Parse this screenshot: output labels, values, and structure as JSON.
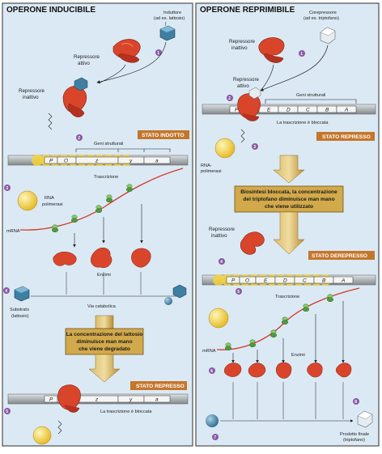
{
  "left": {
    "title": "OPERONE INDUCIBILE",
    "inducer": "Induttore",
    "inducer_example": "(ad es. lattosio)",
    "active_repressor_1": "Repressore",
    "active_repressor_2": "attivo",
    "inactive_repressor_1": "Repressore",
    "inactive_repressor_2": "inattivo",
    "state_induced": "STATO INDOTTO",
    "structural_genes": "Geni strutturali",
    "genes": [
      "P",
      "O",
      "z",
      "y",
      "a"
    ],
    "transcription": "Trascrizione",
    "rna_polymerase_1": "RNA",
    "rna_polymerase_2": "polimerasi",
    "mrna": "mRNA",
    "enzymes": "Enzimi",
    "substrate_1": "Substrato",
    "substrate_2": "(lattosio)",
    "pathway": "Via catabolica",
    "callout": [
      "La concentrazione del lattosio",
      "diminuisce man mano",
      "che viene degradato"
    ],
    "state_repressed": "STATO REPRESSO",
    "blocked": "La trascrizione è bloccata"
  },
  "right": {
    "title": "OPERONE REPRIMIBILE",
    "corepressor": "Corepressore",
    "corepressor_example": "(ad es. triptofano)",
    "inactive_repressor_1": "Repressore",
    "inactive_repressor_2": "inattivo",
    "active_repressor_1": "Repressore",
    "active_repressor_2": "attivo",
    "structural_genes": "Geni strutturali",
    "genes": [
      "P",
      "O",
      "E",
      "D",
      "C",
      "B",
      "A"
    ],
    "blocked": "La trascrizione è bloccata",
    "state_repressed": "STATO REPRESSO",
    "rna_polymerase_1": "RNA-",
    "rna_polymerase_2": "polimerasi",
    "callout": [
      "Biosintesi bloccata, la concentrazione",
      "del triptofano diminuisce man mano",
      "che viene utilizzato"
    ],
    "inactive_repressor_b_1": "Repressore",
    "inactive_repressor_b_2": "inattivo",
    "state_derepressed": "STATO DEREPRESSO",
    "transcription": "Trascrizione",
    "mrna": "mRNA",
    "enzymes": "Enzimi",
    "final_product_1": "Prodotto finale",
    "final_product_2": "(triptofano)"
  },
  "step_numbers": [
    "1",
    "2",
    "3",
    "4",
    "5",
    "6",
    "7",
    "8"
  ],
  "colors": {
    "panel_bg": "#d9e8f3",
    "border": "#3a3a3a",
    "dna_gray": "#b9bdc0",
    "enzyme_red": "#d9452b",
    "polymerase_yellow": "#f3d23a",
    "status_box": "#c4762a",
    "step_purple": "#8a5aa6",
    "mrna_red": "#d23a2a",
    "ribosome_green": "#5aa84a",
    "molecule_blue": "#3e7fa3",
    "arrow_gold": "#c29a3c"
  }
}
